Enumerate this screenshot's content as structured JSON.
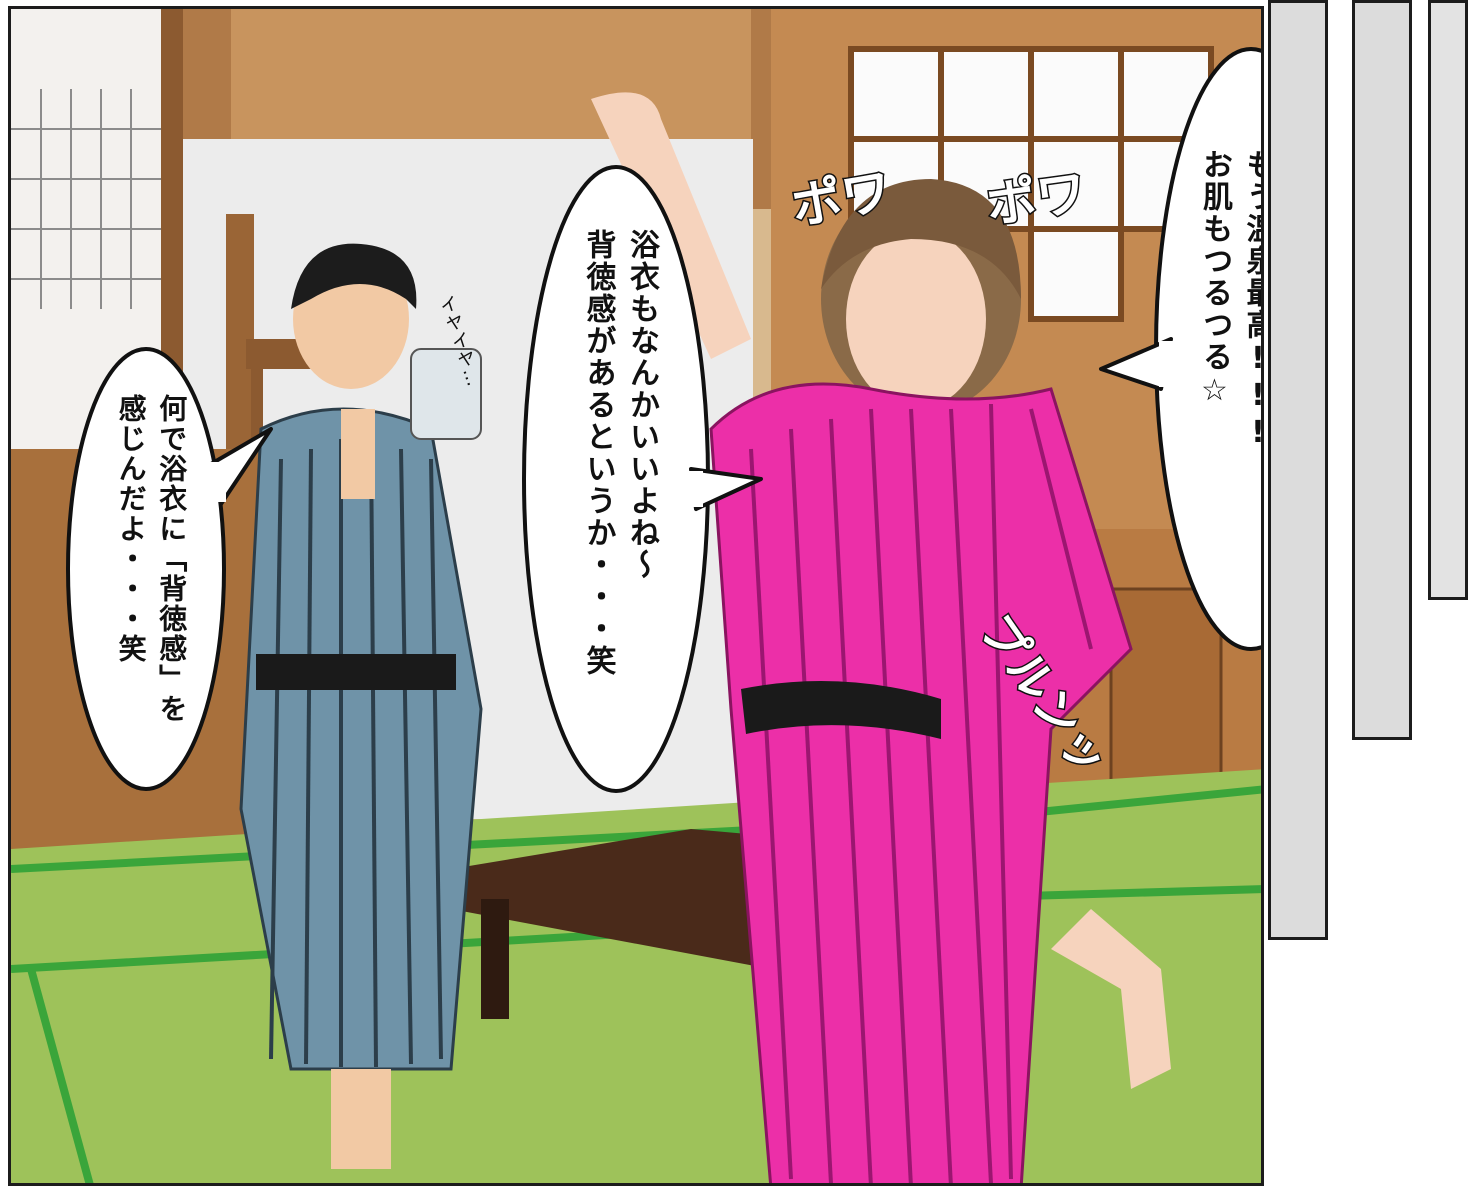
{
  "bubbles": {
    "right": "あ〜気持ち良かった〜♪\nもう温泉最高!!!\nお肌もつるつる☆",
    "center": "浴衣もなんかいいよね〜\n背徳感があるというか・・・笑",
    "left": "何で浴衣に「背徳感」を\n感じんだよ・・・笑"
  },
  "sfx": {
    "poka1": "ポワ",
    "poka2": "ポワ",
    "pururun": "プルンッ",
    "iyaiya": "イヤイヤ…"
  },
  "colors": {
    "man_yukata": "#6f93a8",
    "woman_yukata": "#ec2fa8",
    "obi": "#1a1a1a",
    "tatami": "#9ec25a",
    "wood": "#a86a3a"
  }
}
